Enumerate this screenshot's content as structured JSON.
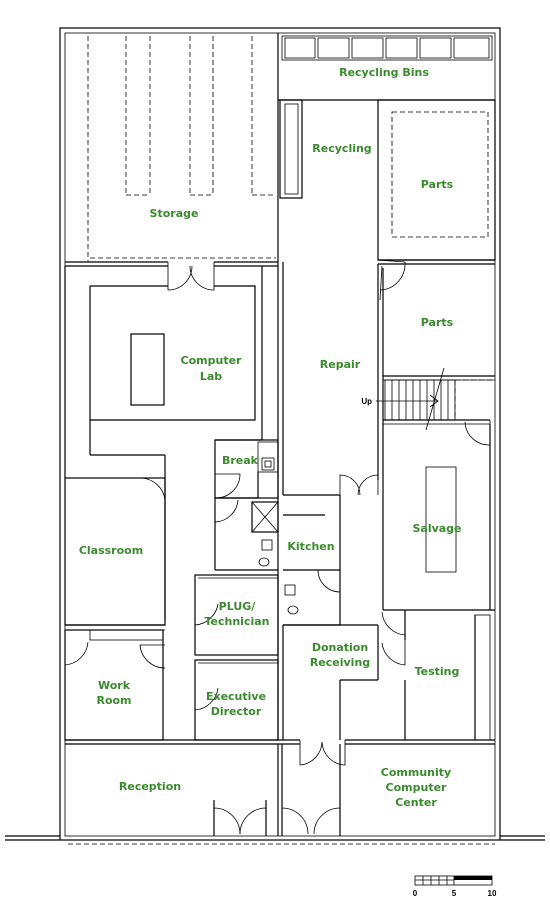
{
  "floorplan": {
    "rooms": {
      "recycling_bins": "Recycling Bins",
      "recycling": "Recycling",
      "parts_upper": "Parts",
      "storage": "Storage",
      "parts_lower": "Parts",
      "computer_lab_line1": "Computer",
      "computer_lab_line2": "Lab",
      "repair": "Repair",
      "break": "Break",
      "classroom": "Classroom",
      "kitchen": "Kitchen",
      "salvage": "Salvage",
      "plug_line1": "PLUG/",
      "plug_line2": "Technician",
      "donation_line1": "Donation",
      "donation_line2": "Receiving",
      "testing": "Testing",
      "work_room_line1": "Work",
      "work_room_line2": "Room",
      "exec_line1": "Executive",
      "exec_line2": "Director",
      "reception": "Reception",
      "ccc_line1": "Community",
      "ccc_line2": "Computer",
      "ccc_line3": "Center"
    },
    "stair_label": "Up",
    "scale": {
      "tick_0": "0",
      "tick_5": "5",
      "tick_10": "10"
    }
  }
}
